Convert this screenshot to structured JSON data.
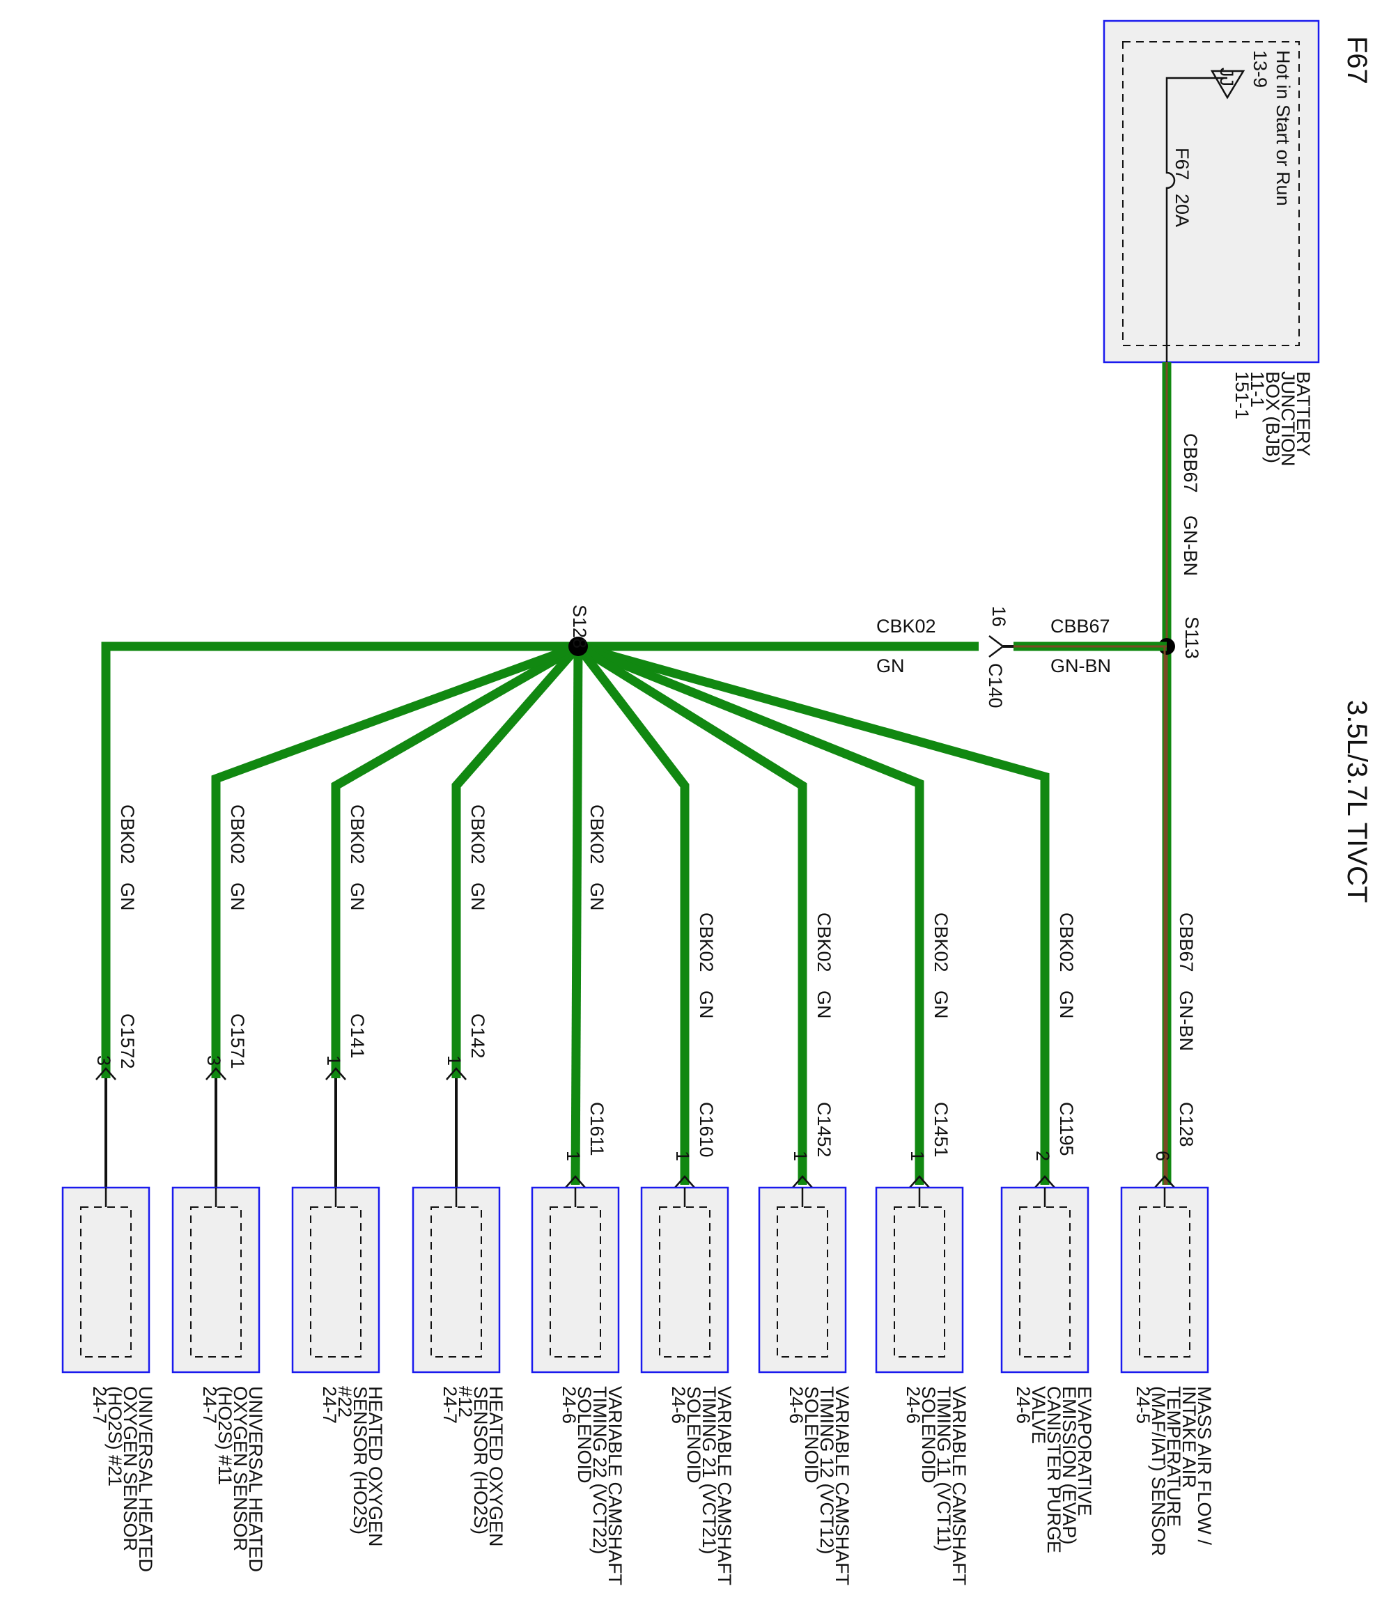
{
  "titles": {
    "fuse_id": "F67",
    "engine": "3.5L/3.7L TIVCT"
  },
  "fuse": {
    "supply_line1": "Hot in Start or Run",
    "supply_line2": "13-9",
    "bus_marker": "JJ",
    "fuse_label": "F67",
    "fuse_rating": "20A"
  },
  "bjb": {
    "lines": [
      "BATTERY",
      "JUNCTION",
      "BOX (BJB)",
      "11-1",
      "151-1"
    ]
  },
  "trunk": {
    "circuit_upper": "CBB67",
    "color_upper": "GN-BN",
    "splice_main": "S113",
    "run_circuit": "CBB67",
    "run_color": "GN-BN",
    "connector": "C140",
    "connector_pin": "16",
    "branch_circuit": "CBK02",
    "branch_color": "GN",
    "splice_hub": "S128"
  },
  "components": [
    {
      "key": "maf",
      "circuit": "CBB67",
      "wire_color": "GN-BN",
      "connector": "C128",
      "pin": "6",
      "name": [
        "MASS AIR FLOW /",
        "INTAKE AIR",
        "TEMPERATURE",
        "(MAF/IAT) SENSOR",
        "24-5"
      ]
    },
    {
      "key": "evap",
      "circuit": "CBK02",
      "wire_color": "GN",
      "connector": "C1195",
      "pin": "2",
      "name": [
        "EVAPORATIVE",
        "EMISSION (EVAP)",
        "CANISTER PURGE",
        "VALVE",
        "24-6"
      ]
    },
    {
      "key": "vct11",
      "circuit": "CBK02",
      "wire_color": "GN",
      "connector": "C1451",
      "pin": "1",
      "name": [
        "VARIABLE CAMSHAFT",
        "TIMING 11 (VCT11)",
        "SOLENOID",
        "24-6"
      ]
    },
    {
      "key": "vct12",
      "circuit": "CBK02",
      "wire_color": "GN",
      "connector": "C1452",
      "pin": "1",
      "name": [
        "VARIABLE CAMSHAFT",
        "TIMING 12 (VCT12)",
        "SOLENOID",
        "24-6"
      ]
    },
    {
      "key": "vct21",
      "circuit": "CBK02",
      "wire_color": "GN",
      "connector": "C1610",
      "pin": "1",
      "name": [
        "VARIABLE CAMSHAFT",
        "TIMING 21 (VCT21)",
        "SOLENOID",
        "24-6"
      ]
    },
    {
      "key": "vct22",
      "circuit": "CBK02",
      "wire_color": "GN",
      "connector": "C1611",
      "pin": "1",
      "name": [
        "VARIABLE CAMSHAFT",
        "TIMING 22 (VCT22)",
        "SOLENOID",
        "24-6"
      ]
    },
    {
      "key": "ho2s12",
      "circuit": "CBK02",
      "wire_color": "GN",
      "connector": "C142",
      "pin": "1",
      "name": [
        "HEATED OXYGEN",
        "SENSOR (HO2S)",
        "#12",
        "24-7"
      ]
    },
    {
      "key": "ho2s22",
      "circuit": "CBK02",
      "wire_color": "GN",
      "connector": "C141",
      "pin": "1",
      "name": [
        "HEATED OXYGEN",
        "SENSOR (HO2S)",
        "#22",
        "24-7"
      ]
    },
    {
      "key": "uho2s11",
      "circuit": "CBK02",
      "wire_color": "GN",
      "connector": "C1571",
      "pin": "3",
      "name": [
        "UNIVERSAL HEATED",
        "OXYGEN SENSOR",
        "(HO2S) #11",
        "24-7"
      ]
    },
    {
      "key": "uho2s21",
      "circuit": "CBK02",
      "wire_color": "GN",
      "connector": "C1572",
      "pin": "3",
      "name": [
        "UNIVERSAL HEATED",
        "OXYGEN SENSOR",
        "(HO2S) #21",
        "24-7"
      ]
    }
  ]
}
